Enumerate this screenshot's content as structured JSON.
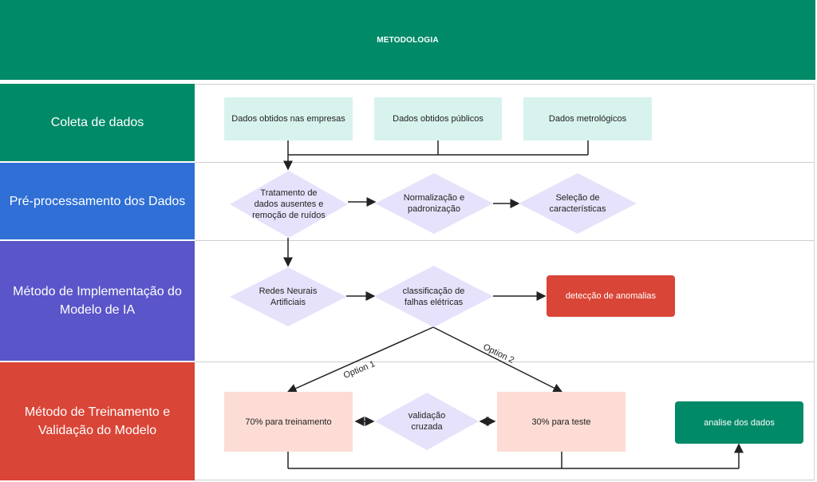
{
  "header": {
    "title": "METODOLOGIA"
  },
  "stages": [
    {
      "label": "Coleta de dados",
      "color": "#008a68"
    },
    {
      "label": "Pré-processamento dos Dados",
      "color": "#2f6fd6"
    },
    {
      "label": "Método de Implementação do Modelo de IA",
      "color": "#5a55c8"
    },
    {
      "label": "Método de Treinamento e Validação do Modelo",
      "color": "#d94536"
    }
  ],
  "collection": {
    "sources": [
      "Dados obtidos nas empresas",
      "Dados obtidos públicos",
      "Dados metrológicos"
    ]
  },
  "preprocessing": {
    "steps": [
      "Tratamento de dados ausentes e remoção de ruídos",
      "Normalização e padronização",
      "Seleção de características"
    ]
  },
  "implementation": {
    "model": "Redes Neurais Artificiais",
    "task": "classificação de falhas elétricas",
    "output": "detecção de anomalias"
  },
  "training": {
    "option1": "Option 1",
    "option2": "Option 2",
    "train": "70% para treinamento",
    "validation": "validação cruzada",
    "test": "30% para teste",
    "analysis": "analise dos dados"
  },
  "colors": {
    "header": "#008a68",
    "box_mint": "#d8f3ee",
    "diamond_lavender": "#e6e2fb",
    "box_pink": "#fcdcd4",
    "box_red": "#d94536",
    "box_green": "#008a68"
  }
}
